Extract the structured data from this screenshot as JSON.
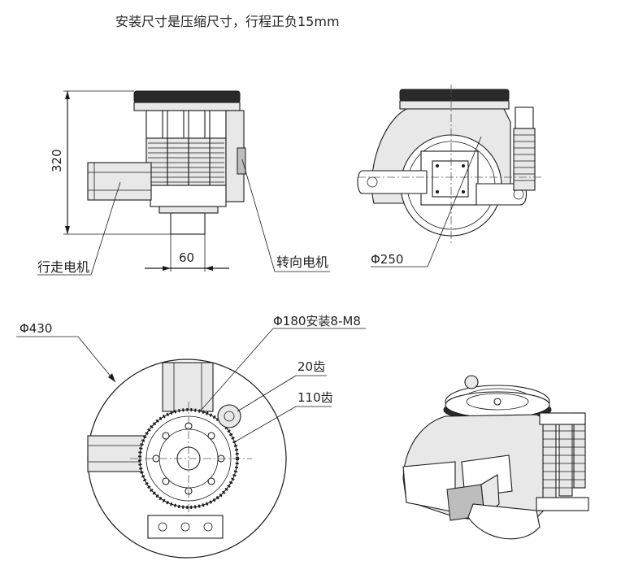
{
  "notes": {
    "header": "安装尺寸是压缩尺寸，行程正负15mm"
  },
  "side_view": {
    "height_dim": "320",
    "width_dim": "60",
    "drive_motor_label": "行走电机",
    "steer_motor_label": "转向电机"
  },
  "front_view": {
    "wheel_dia": "Φ250"
  },
  "top_view": {
    "outer_dia": "Φ430",
    "mount_label": "Φ180安装8-M8",
    "pinion_teeth": "20齿",
    "ring_teeth": "110齿"
  },
  "colors": {
    "line": "#1a1a1a",
    "shade": "#bdbdbd",
    "light": "#e8e8e8"
  }
}
